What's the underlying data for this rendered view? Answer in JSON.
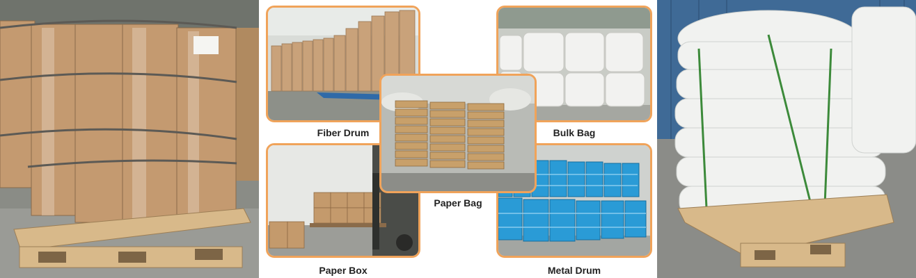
{
  "packaging": {
    "fiber_drum": {
      "label": "Fiber Drum"
    },
    "bulk_bag": {
      "label": "Bulk Bag"
    },
    "paper_bag": {
      "label": "Paper Bag"
    },
    "paper_box": {
      "label": "Paper Box"
    },
    "metal_drum": {
      "label": "Metal Drum"
    }
  },
  "colors": {
    "frame_accent": "#f0a35a",
    "fiber_drum": "#c9a27a",
    "paper_bag": "#c8a06a",
    "metal_drum": "#2a9bd6",
    "bulk_bag": "#f2f2f0",
    "pallet_wood": "#d8b98a"
  }
}
